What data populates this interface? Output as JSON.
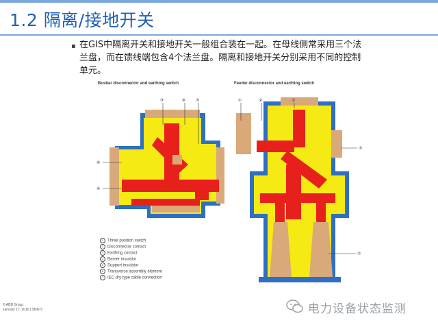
{
  "title": "1.2 隔离/接地开关",
  "bullet": {
    "text": "在GIS中隔离开关和接地开关一般组合装在一起。在母线侧常采用三个法兰盘，而在馈线端包含4个法兰盘。隔离和接地开关分别采用不同的控制单元。"
  },
  "diagrams": {
    "left_caption": "Busbar disconnector and earthing switch",
    "right_caption": "Feeder disconnector and earthing switch",
    "left_callouts": [
      "③",
      "④",
      "⑤",
      "⑥",
      "④"
    ],
    "right_callouts": [
      "①",
      "②",
      "②",
      "⑤",
      "⑦"
    ]
  },
  "legend": [
    {
      "num": "1",
      "label": "Three position switch"
    },
    {
      "num": "2",
      "label": "Disconnector contact"
    },
    {
      "num": "3",
      "label": "Earthing contact"
    },
    {
      "num": "4",
      "label": "Barrier insulator"
    },
    {
      "num": "5",
      "label": "Support insulator"
    },
    {
      "num": "6",
      "label": "Transverse assembly element"
    },
    {
      "num": "7",
      "label": "IEC dry type cable connection"
    }
  ],
  "footer": {
    "line1": "© ABB Group",
    "line2": "January 17, 2016 | Slide 5"
  },
  "watermark": "电力设备状态监测",
  "colors": {
    "title_blue": "#1f5fb4",
    "yellow_gas": "#f5ea14",
    "red_conductor": "#e8201c",
    "tan_insulator": "#d9a97a",
    "blue_enclosure": "#2e6fc4"
  }
}
